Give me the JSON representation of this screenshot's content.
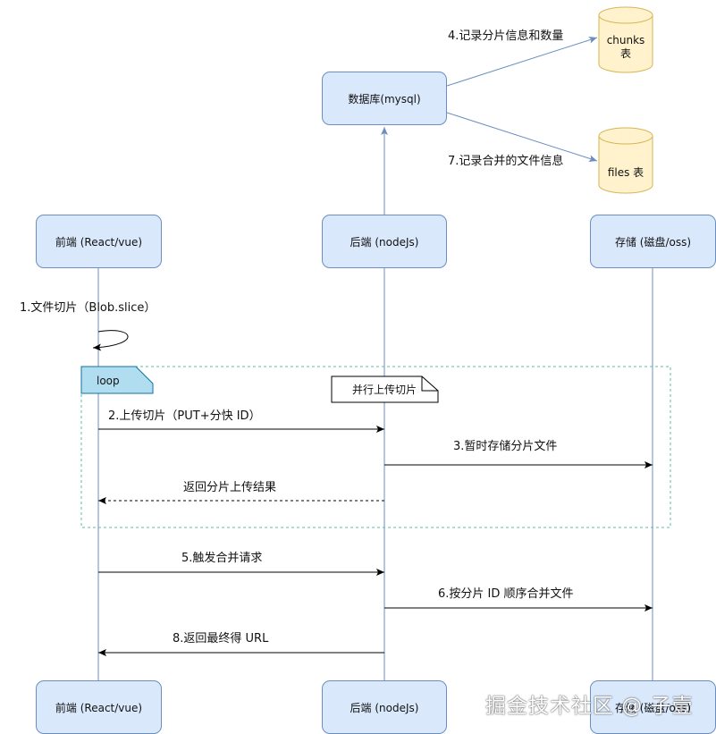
{
  "participants": {
    "frontend": "前端 (React/vue)",
    "backend": "后端 (nodeJs)",
    "storage": "存储 (磁盘/oss)"
  },
  "database": {
    "label": "数据库(mysql)",
    "chunks_table": "chunks\n表",
    "files_table": "files 表"
  },
  "loop": {
    "tag": "loop",
    "note": "并行上传切片"
  },
  "steps": {
    "s1": "1.文件切片（Blob.slice）",
    "s2": "2.上传切片（PUT+分快 ID）",
    "s3": "3.暂时存储分片文件",
    "s_return": "返回分片上传结果",
    "s4": "4.记录分片信息和数量",
    "s5": "5.触发合并请求",
    "s6": "6.按分片 ID 顺序合并文件",
    "s7": "7.记录合并的文件信息",
    "s8": "8.返回最终得 URL"
  },
  "watermark": "掘金技术社区 @ 子壹",
  "colors": {
    "box_fill": "#dae8fc",
    "box_stroke": "#6c8ebf",
    "cylinder_fill": "#fff2cc",
    "cylinder_stroke": "#d6b656",
    "loop_border": "#5fb8a8",
    "loop_tag_fill": "#b1ddf0",
    "arrow": "#000000"
  }
}
